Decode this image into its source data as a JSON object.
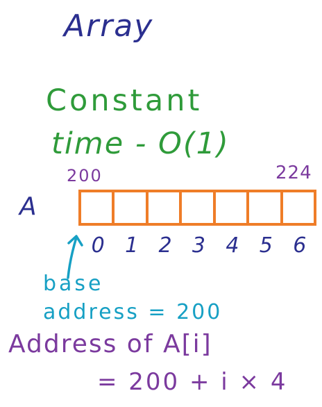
{
  "title": "Array",
  "subtitle": {
    "line1": "Constant",
    "line2": "time - O(1)"
  },
  "array": {
    "name": "A",
    "start_address": "200",
    "end_address": "224",
    "indices": [
      "0",
      "1",
      "2",
      "3",
      "4",
      "5",
      "6"
    ]
  },
  "base_address": {
    "line1": "base",
    "line2": "address = 200"
  },
  "formula": {
    "line1": "Address of A[i]",
    "line2": "= 200 + i × 4"
  },
  "colors": {
    "title": "#2b2f8f",
    "green": "#2f9b3a",
    "purple": "#7b3a9e",
    "orange": "#ef7d28",
    "cyan": "#17a0c4"
  }
}
